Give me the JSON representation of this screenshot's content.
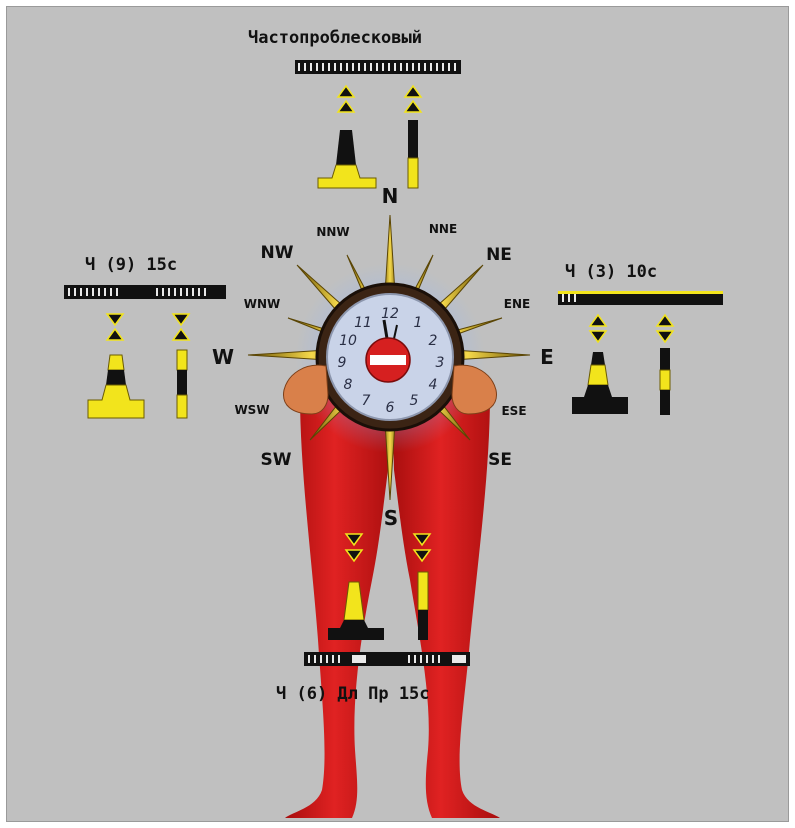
{
  "colors": {
    "background": "#c0c0c0",
    "tights": "#d31a1a",
    "buoy_yellow": "#f2e41c",
    "buoy_black": "#111111",
    "compass_gold": "#c9a514",
    "clock_face": "#c9d3e8",
    "no_entry_red": "#d62020"
  },
  "compass": {
    "N": "N",
    "NNE": "NNE",
    "NE": "NE",
    "ENE": "ENE",
    "E": "E",
    "ESE": "ESE",
    "SE": "SE",
    "S": "S",
    "SW": "SW",
    "WSW": "WSW",
    "W": "W",
    "WNW": "WNW",
    "NW": "NW",
    "NNW": "NNW"
  },
  "marks": {
    "north": {
      "title": "Частопроблесковый",
      "topmark": "two cones pointing up"
    },
    "west": {
      "title": "Ч (9) 15с",
      "topmark": "cones point to point"
    },
    "east": {
      "title": "Ч (3) 10с",
      "topmark": "cones base to base"
    },
    "south": {
      "title": "Ч (6) Дл Пр 15с",
      "topmark": "two cones pointing down"
    }
  },
  "icons": {
    "clock": "clock-icon",
    "no_entry": "no-entry-icon"
  }
}
